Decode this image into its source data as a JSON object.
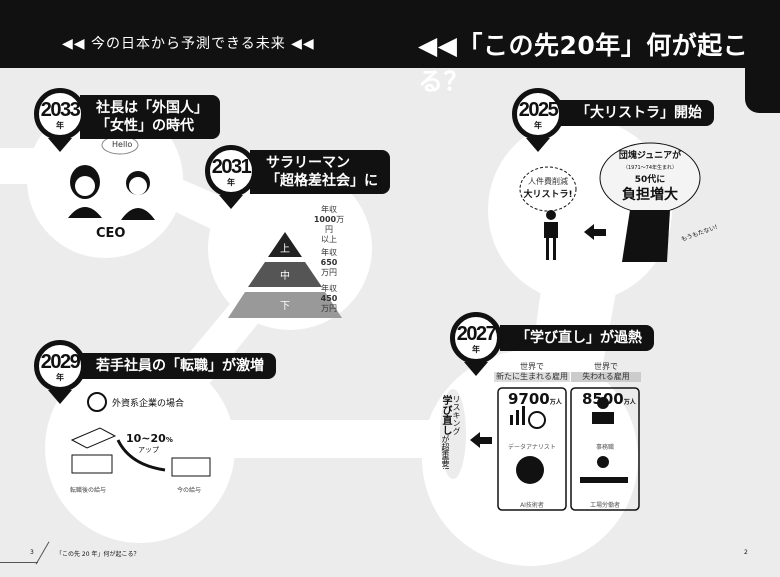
{
  "header": {
    "left_title": "◀◀ 今の日本から予測できる未来 ◀◀",
    "right_title": "◀◀「この先20年」何が起こる？"
  },
  "events": {
    "e2033": {
      "year": "2033",
      "unit": "年",
      "title_l1": "社長は「外国人」",
      "title_l2": "「女性」の時代",
      "speech": "Hello",
      "caption": "CEO"
    },
    "e2031": {
      "year": "2031",
      "unit": "年",
      "title_l1": "サラリーマン",
      "title_l2": "「超格差社会」に",
      "tiers": [
        {
          "label": "上",
          "income_prefix": "年収",
          "income": "1000",
          "income_unit": "万円",
          "suffix": "以上"
        },
        {
          "label": "中",
          "income_prefix": "年収",
          "income": "650",
          "income_unit": "万円"
        },
        {
          "label": "下",
          "income_prefix": "年収",
          "income": "450",
          "income_unit": "万円"
        }
      ]
    },
    "e2025": {
      "year": "2025",
      "unit": "年",
      "title": "「大リストラ」開始",
      "bubble_small": "人件費削減",
      "bubble_big": "大リストラ!",
      "cloud_l1": "団塊ジュニアが",
      "cloud_l2": "（1971〜74年生まれ）",
      "cloud_l3": "50代に",
      "cloud_l4": "負担増大",
      "building_note": "もうもたない!"
    },
    "e2027": {
      "year": "2027",
      "unit": "年",
      "title": "「学び直し」が過熱",
      "new_jobs": {
        "header_l1": "世界で",
        "header_l2": "新たに生まれる雇用",
        "value": "9700",
        "unit": "万人",
        "items": [
          "データアナリスト",
          "AI技術者"
        ]
      },
      "lost_jobs": {
        "header_l1": "世界で",
        "header_l2": "失われる雇用",
        "value": "8500",
        "unit": "万人",
        "items": [
          "事務職",
          "工場労働者"
        ]
      },
      "side_l1": "リスキング",
      "side_l2": "学び直し",
      "side_l3": "が超重要!"
    },
    "e2029": {
      "year": "2029",
      "unit": "年",
      "title": "若手社員の「転職」が激増",
      "subtitle": "外資系企業の場合",
      "raise": "10~20",
      "raise_unit": "%",
      "raise_word": "アップ",
      "after": "転職後の給与",
      "now": "今の給与"
    }
  },
  "footer": {
    "left_page": "3",
    "left_title": "「この先 20 年」何が起こる？",
    "right_page": "2"
  },
  "colors": {
    "ink": "#111111",
    "paper": "#ececec",
    "white": "#ffffff"
  }
}
